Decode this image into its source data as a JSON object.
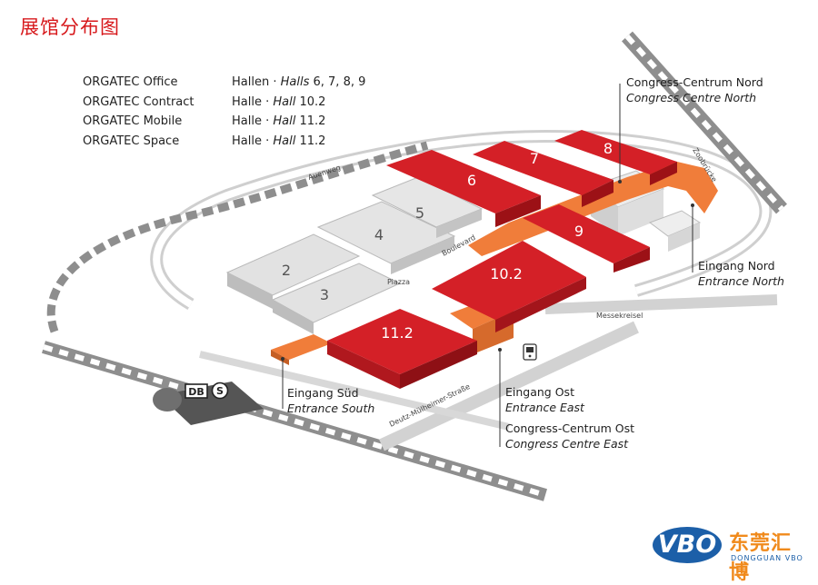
{
  "title": "展馆分布图",
  "legend": [
    {
      "exhibit": "ORGATEC Office",
      "hall_prefix": "Hallen · ",
      "hall_italic": "Halls",
      "hall_suffix": " 6, 7, 8, 9"
    },
    {
      "exhibit": "ORGATEC Contract",
      "hall_prefix": "Halle · ",
      "hall_italic": "Hall",
      "hall_suffix": " 10.2"
    },
    {
      "exhibit": "ORGATEC Mobile",
      "hall_prefix": "Halle · ",
      "hall_italic": "Hall",
      "hall_suffix": " 11.2"
    },
    {
      "exhibit": "ORGATEC Space",
      "hall_prefix": "Halle · ",
      "hall_italic": "Hall",
      "hall_suffix": " 11.2"
    }
  ],
  "halls": {
    "h2": "2",
    "h3": "3",
    "h4": "4",
    "h5": "5",
    "h6": "6",
    "h7": "7",
    "h8": "8",
    "h9": "9",
    "h10_2": "10.2",
    "h11_2": "11.2"
  },
  "streets": {
    "auenweg": "Auenweg",
    "boulevard": "Boulevard",
    "piazza": "Piazza",
    "messekreisel": "Messekreisel",
    "zoobruecke": "Zoobrücke",
    "deutz": "Deutz-Mülheimer-Straße"
  },
  "entrances": {
    "congress_nord_de": "Congress-Centrum Nord",
    "congress_nord_en": "Congress Centre North",
    "nord_de": "Eingang Nord",
    "nord_en": "Entrance North",
    "sued_de": "Eingang Süd",
    "sued_en": "Entrance South",
    "ost_de": "Eingang Ost",
    "ost_en": "Entrance East",
    "congress_ost_de": "Congress-Centrum Ost",
    "congress_ost_en": "Congress Centre East"
  },
  "station": {
    "db": "DB",
    "s": "S"
  },
  "logo": {
    "vbo": "VBO",
    "cn": "东莞汇博",
    "en": "DONGGUAN VBO"
  },
  "colors": {
    "hall_red": "#d42027",
    "walkway_orange": "#f07d3a",
    "hall_grey": "#e2e2e2"
  }
}
